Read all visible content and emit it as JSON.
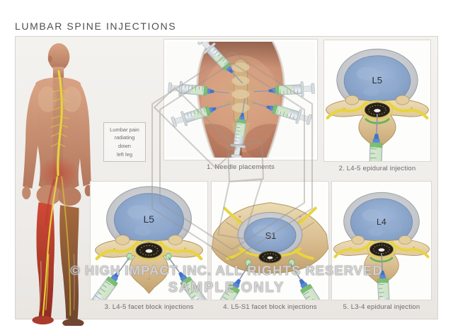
{
  "title": "LUMBAR SPINE INJECTIONS",
  "figure": {
    "description": "posterior view of male figure with spine and nerves visible, left leg highlighted red",
    "pain_label_lines": [
      "Lumbar pain",
      "radiating",
      "down",
      "left leg"
    ]
  },
  "panels": [
    {
      "id": 1,
      "caption": "1. Needle placements"
    },
    {
      "id": 2,
      "caption": "2. L4-5 epidural injection",
      "vertebra_label": "L5"
    },
    {
      "id": 3,
      "caption": "3. L4-5 facet block injections",
      "vertebra_label": "L5"
    },
    {
      "id": 4,
      "caption": "4. L5-S1 facet block injections",
      "vertebra_label": "S1"
    },
    {
      "id": 5,
      "caption": "5. L3-4 epidural injection",
      "vertebra_label": "L4"
    }
  ],
  "watermark": {
    "copyright_line": "© HIGH IMPACT INC. ALL RIGHTS RESERVED",
    "sample_line": "SAMPLE ONLY",
    "logo_icon": "hexagon-logo"
  },
  "colors": {
    "nerve_yellow": "#e8d43e",
    "disc_blue": "#8aa5c9",
    "bone_tan": "#d9bd8f",
    "pain_red": "#c0392b",
    "board_background": "#f1efec",
    "title_gray": "#4f4f51"
  }
}
